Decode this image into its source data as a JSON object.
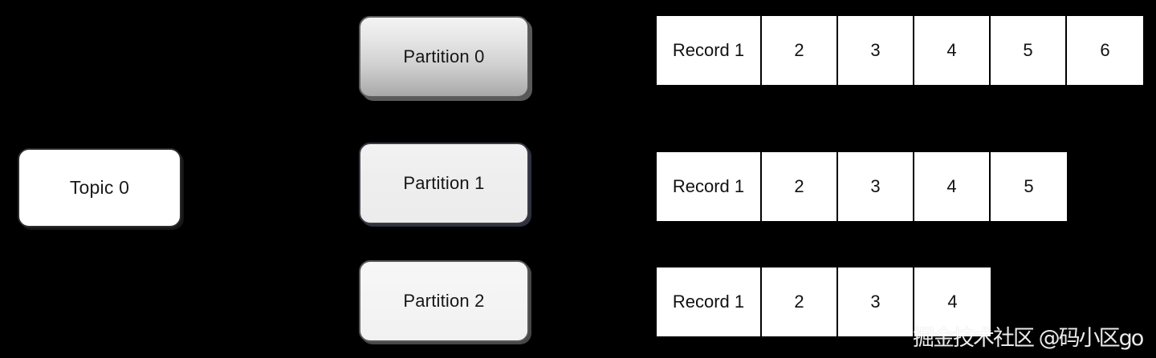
{
  "diagram": {
    "topic": {
      "label": "Topic 0"
    },
    "partitions": [
      {
        "label": "Partition 0"
      },
      {
        "label": "Partition 1"
      },
      {
        "label": "Partition 2"
      }
    ],
    "record_rows": [
      {
        "cells": [
          "Record 1",
          "2",
          "3",
          "4",
          "5",
          "6"
        ]
      },
      {
        "cells": [
          "Record 1",
          "2",
          "3",
          "4",
          "5"
        ]
      },
      {
        "cells": [
          "Record 1",
          "2",
          "3",
          "4"
        ]
      }
    ],
    "watermark": "掘金技术社区 @码小区go",
    "colors": {
      "background": "#000000",
      "cell_fill": "#ffffff",
      "cell_border": "#000000",
      "topic_fill": "#ffffff",
      "partition0_top": "#f3f3f3",
      "partition0_bottom": "#a8a8a8",
      "partition1_fill": "#eeeeee",
      "partition2_fill": "#f4f4f4",
      "text": "#111111"
    }
  }
}
